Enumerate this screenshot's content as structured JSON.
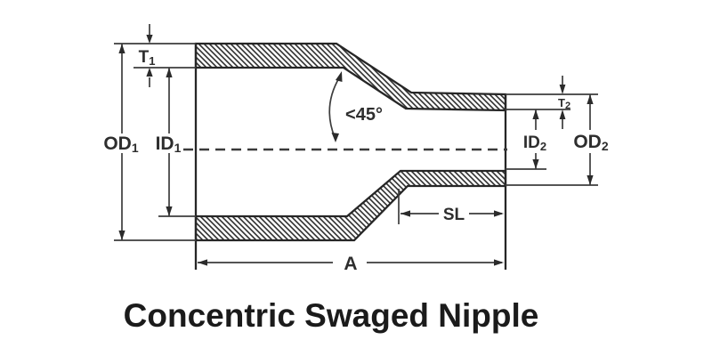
{
  "title": "Concentric Swaged Nipple",
  "labels": {
    "t1": {
      "main": "T",
      "sub": "1"
    },
    "od1": {
      "main": "OD",
      "sub": "1"
    },
    "id1": {
      "main": "ID",
      "sub": "1"
    },
    "t2": {
      "main": "T",
      "sub": "2"
    },
    "id2": {
      "main": "ID",
      "sub": "2"
    },
    "od2": {
      "main": "OD",
      "sub": "2"
    },
    "sl": "SL",
    "a": "A",
    "angle": "<45°"
  },
  "colors": {
    "background": "#ffffff",
    "line": "#2b2b2b",
    "text": "#2e2e2e",
    "title_text": "#1b1b1b"
  }
}
